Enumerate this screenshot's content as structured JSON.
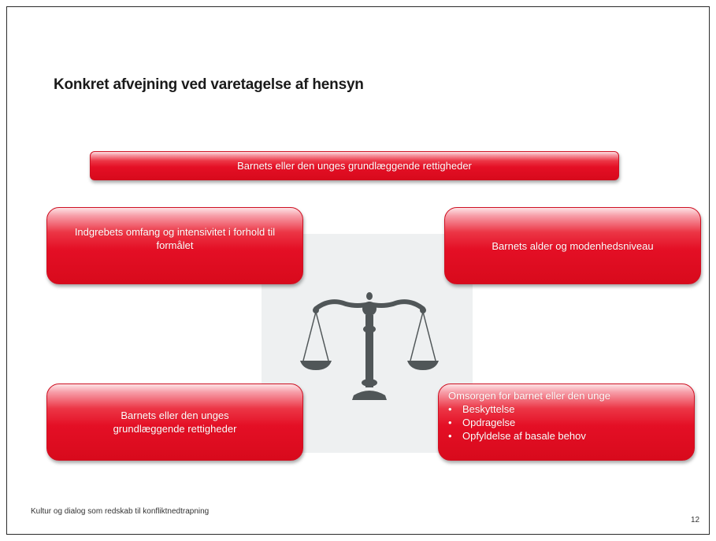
{
  "slide": {
    "title": "Konkret afvejning ved varetagelse af hensyn",
    "top_bar": "Barnets eller den unges grundlæggende  rettigheder",
    "box_top_left": "Indgrebets omfang og intensivitet i forhold til formålet",
    "box_top_right": "Barnets alder og modenhedsniveau",
    "box_bottom_left": "Barnets eller den unges grundlæggende  rettigheder",
    "box_bottom_right": {
      "heading": "Omsorgen for barnet eller den unge",
      "items": [
        "Beskyttelse",
        "Opdragelse",
        "Opfyldelse af basale behov"
      ]
    },
    "icon": "scales-of-justice-icon",
    "footer": "Kultur og dialog som redskab  til konfliktnedtrapning",
    "page_number": "12"
  },
  "colors": {
    "box_red": "#e40f25",
    "icon_gray": "#505658",
    "panel_gray": "#eef0f1"
  }
}
